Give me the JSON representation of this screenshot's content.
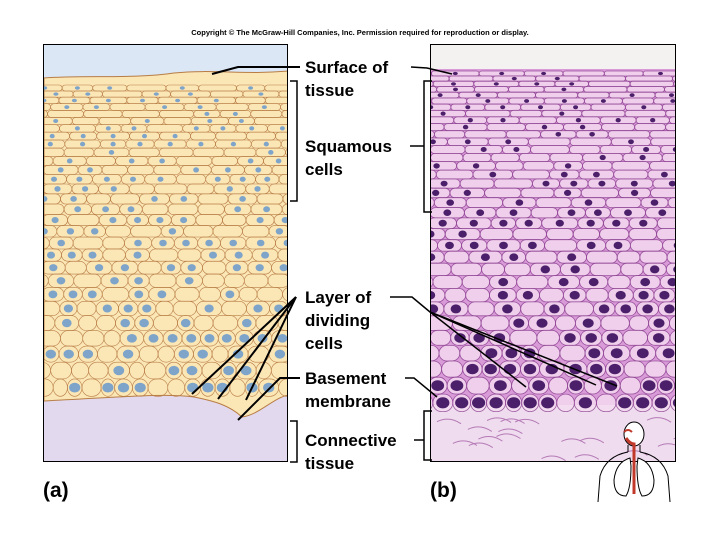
{
  "copyright": "Copyright © The McGraw-Hill Companies, Inc. Permission required for reproduction or display.",
  "labels": {
    "surface": [
      "Surface of",
      "tissue"
    ],
    "squamous": [
      "Squamous",
      "cells"
    ],
    "dividing": [
      "Layer of",
      "dividing",
      "cells"
    ],
    "basement": [
      "Basement",
      "membrane"
    ],
    "connective": [
      "Connective",
      "tissue"
    ]
  },
  "panels": {
    "a": "(a)",
    "b": "(b)"
  },
  "colors": {
    "sky": "#dbe7f5",
    "cell_fill": "#fbe6b6",
    "cell_border": "#b87d45",
    "nucleus": "#7ea4c9",
    "connective": "#e2d9ef",
    "stain_bg": "#d99ad8",
    "stain_dark": "#4b1f6a",
    "stain_connective": "#efdcef"
  },
  "icons": [
    "respiratory-figure-icon"
  ]
}
